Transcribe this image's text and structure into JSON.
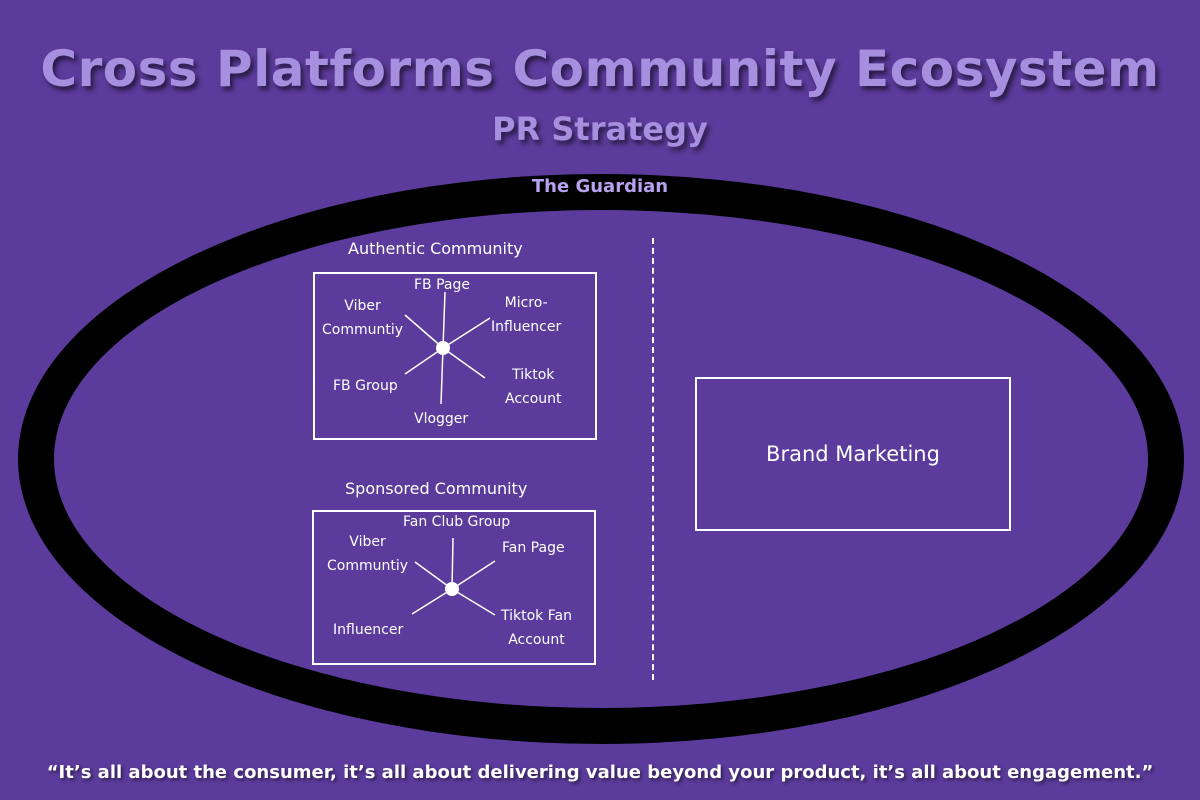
{
  "header": {
    "title": "Cross Platforms Community Ecosystem",
    "subtitle": "PR Strategy"
  },
  "ellipse_label": "The Guardian",
  "authentic": {
    "title": "Authentic Community",
    "nodes": {
      "fb_page": "FB Page",
      "micro_influencer": [
        "Micro-",
        "Influencer"
      ],
      "viber": [
        "Viber",
        "Communtiy"
      ],
      "fb_group": "FB Group",
      "vlogger": "Vlogger",
      "tiktok": [
        "Tiktok",
        "Account"
      ]
    }
  },
  "sponsored": {
    "title": "Sponsored Community",
    "nodes": {
      "fan_club": "Fan Club Group",
      "fan_page": "Fan Page",
      "viber": [
        "Viber",
        "Communtiy"
      ],
      "influencer": "Influencer",
      "tiktok_fan": [
        "Tiktok Fan",
        "Account"
      ]
    }
  },
  "brand_marketing": "Brand Marketing",
  "quote": "“It’s all about the consumer, it’s all about delivering value beyond your product, it’s all about engagement.”",
  "colors": {
    "background": "#5b3b9b",
    "title": "#a78fe0",
    "ring": "#000000",
    "lines": "#ffffff"
  }
}
